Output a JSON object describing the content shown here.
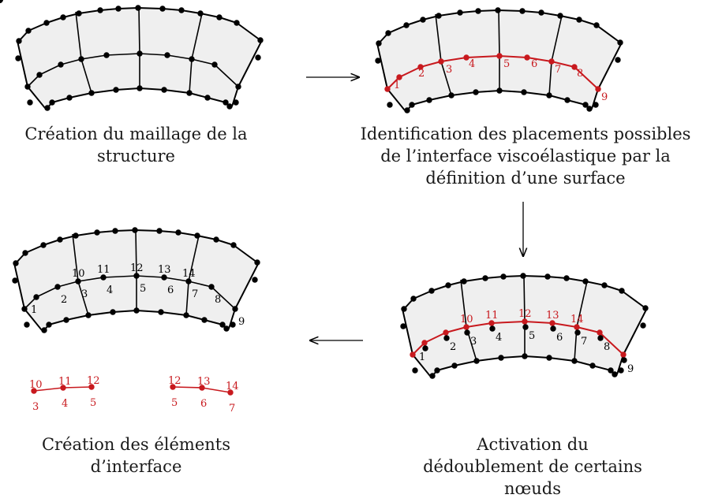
{
  "colors": {
    "mesh_fill": "#efefef",
    "mesh_line": "#000000",
    "highlight": "#c8191e",
    "text": "#1a1a1a"
  },
  "captions": {
    "step1": [
      "Création du maillage de la",
      "structure"
    ],
    "step2": [
      "Identification des placements possibles",
      "de l’interface viscoélastique par la",
      "définition d’une surface"
    ],
    "step3": [
      "Activation du",
      "dédoublement de certains",
      "nœuds"
    ],
    "step4": [
      "Création des éléments",
      "d’interface"
    ]
  },
  "labels": {
    "panel2": [
      "1",
      "2",
      "3",
      "4",
      "5",
      "6",
      "7",
      "8",
      "9"
    ],
    "panel3_top": [
      "10",
      "11",
      "12",
      "13",
      "14"
    ],
    "panel3_bottom": [
      "1",
      "2",
      "3",
      "4",
      "5",
      "6",
      "7",
      "8",
      "9"
    ],
    "panel4_top": [
      "10",
      "11",
      "12",
      "13",
      "14"
    ],
    "panel4_bottom": [
      "1",
      "2",
      "3",
      "4",
      "5",
      "6",
      "7",
      "8",
      "9"
    ],
    "interface_elem1_top": [
      "10",
      "11",
      "12"
    ],
    "interface_elem1_bottom": [
      "3",
      "4",
      "5"
    ],
    "interface_elem2_top": [
      "12",
      "13",
      "14"
    ],
    "interface_elem2_bottom": [
      "5",
      "6",
      "7"
    ]
  },
  "arrows": [
    "arrow-right",
    "arrow-down",
    "arrow-left"
  ]
}
